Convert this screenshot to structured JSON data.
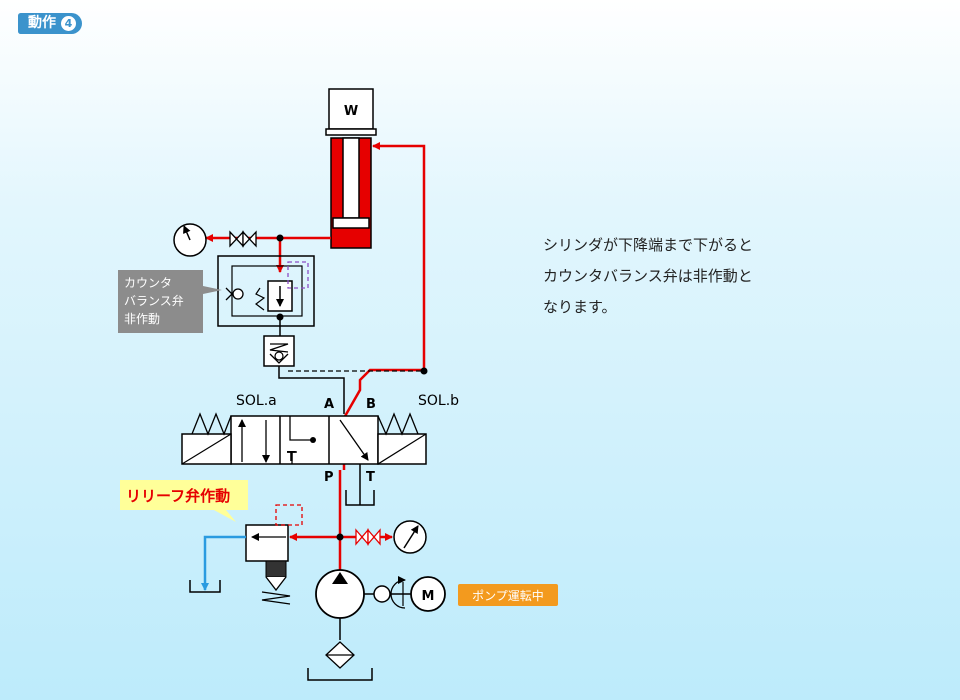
{
  "header": {
    "badge_label": "動作",
    "badge_number": "4"
  },
  "description": {
    "lines": [
      "シリンダが下降端まで下がると",
      "カウンタバランス弁は非作動と",
      "なります。"
    ]
  },
  "diagram": {
    "weight_label": "W",
    "sol_a": "SOL.a",
    "sol_b": "SOL.b",
    "port_a": "A",
    "port_b": "B",
    "port_p": "P",
    "port_t": "T",
    "port_t_center": "T",
    "motor_label": "M",
    "counterbalance_callout": [
      "カウンタ",
      "バランス弁",
      "非作動"
    ],
    "relief_callout": "リリーフ弁作動",
    "pump_status": "ポンプ運転中"
  },
  "colors": {
    "pressure_line": "#e60000",
    "return_line": "#2a9be0",
    "cylinder": "#e60000",
    "callout_gray": "#8c8c8c",
    "relief_callout_bg": "#ffff99",
    "pump_badge": "#f39a1e",
    "badge_blue": "#3b93cc"
  }
}
